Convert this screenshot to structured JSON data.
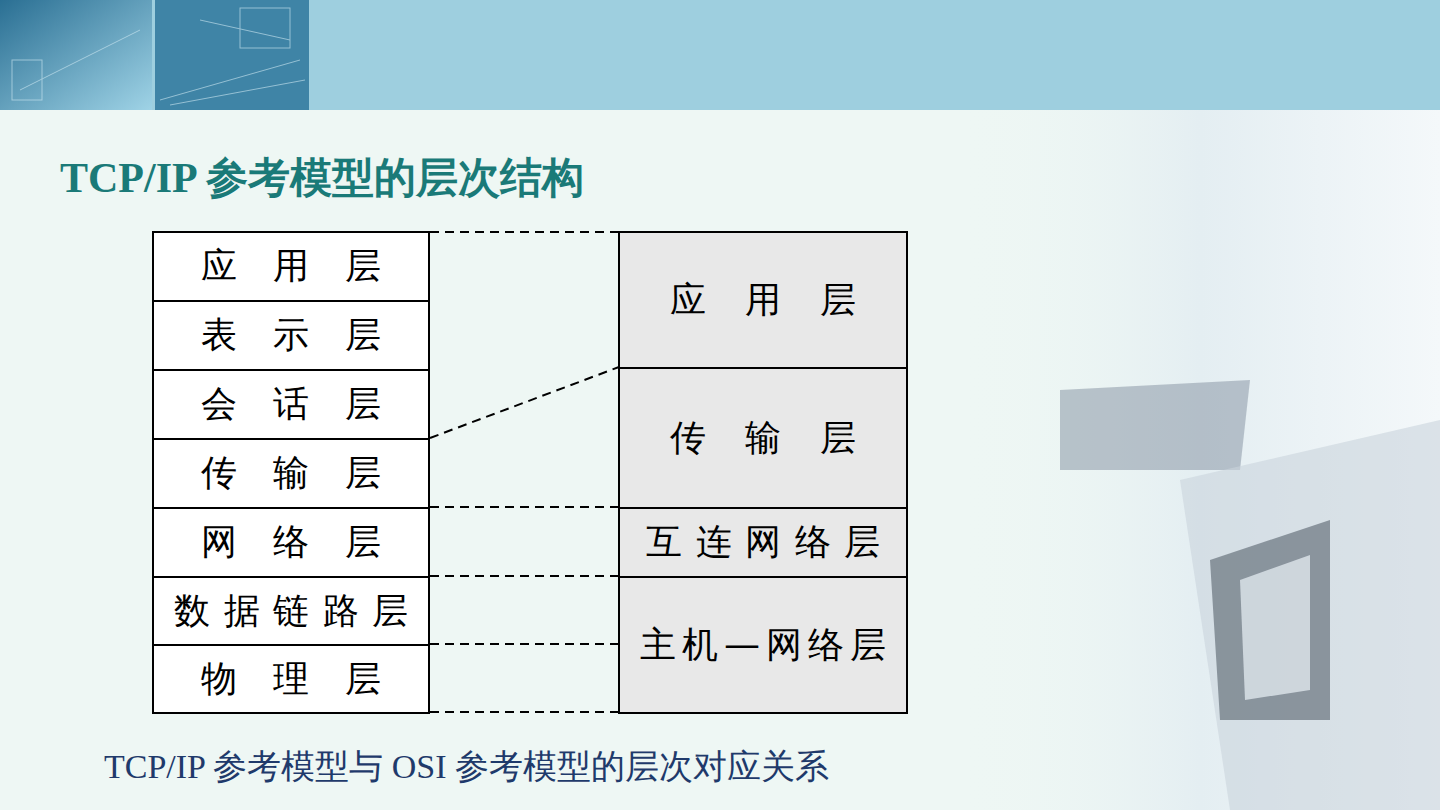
{
  "diagram": {
    "title": "TCP/IP 参考模型的层次结构",
    "caption": "TCP/IP 参考模型与 OSI 参考模型的层次对应关系",
    "nodes": [
      {
        "text": [
          "应用层"
        ]
      },
      {
        "text": [
          "表示层"
        ]
      },
      {
        "text": [
          "会话层"
        ]
      },
      {
        "text": [
          "传输层"
        ]
      },
      {
        "text": [
          "网络层"
        ]
      },
      {
        "text": [
          "数据链路层"
        ]
      },
      {
        "text": [
          "物理层"
        ]
      },
      {
        "text": [
          "应用层"
        ]
      },
      {
        "text": [
          "传输层"
        ]
      },
      {
        "text": [
          "互连网络层"
        ]
      },
      {
        "text": [
          "主机—网络层"
        ]
      }
    ]
  }
}
